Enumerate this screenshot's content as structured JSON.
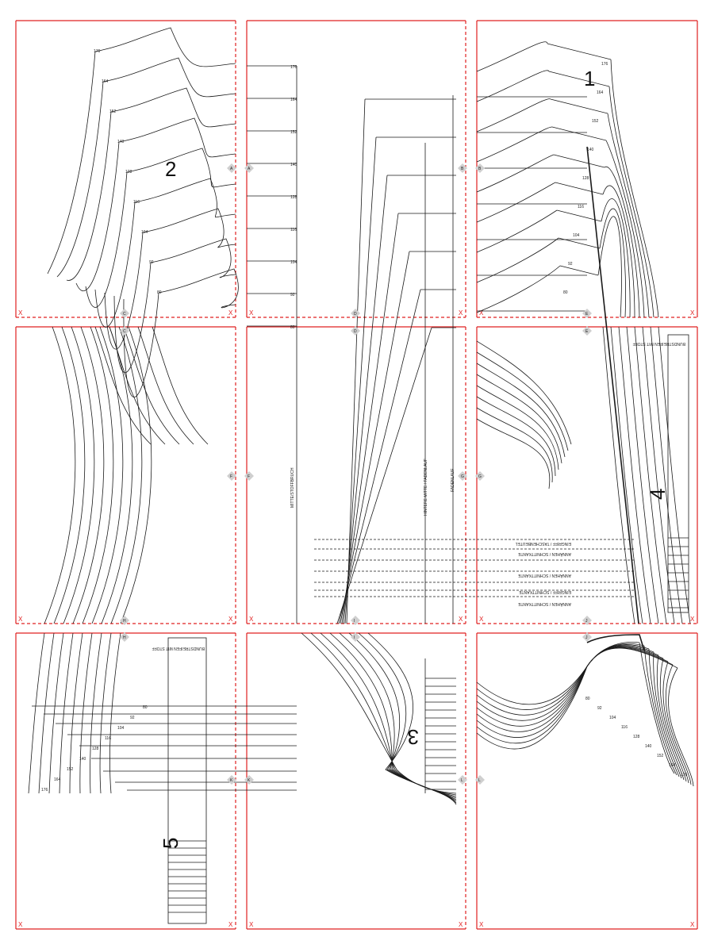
{
  "document": {
    "sheet_grid": {
      "rows": 3,
      "cols": 3
    },
    "piece_numbers": [
      "1",
      "2",
      "3",
      "4",
      "5"
    ],
    "markers": {
      "A": "A",
      "B": "B",
      "C": "C",
      "D": "D",
      "E": "E",
      "F": "F",
      "G": "G",
      "H": "H",
      "I": "I",
      "J": "J",
      "K": "K",
      "L": "L"
    },
    "cross_mark": "X",
    "colors": {
      "tile_border": "#e02020",
      "line": "#1a1a1a",
      "marker": "#cfcfcf"
    },
    "size_labels_top": [
      "176",
      "164",
      "152",
      "140",
      "128",
      "116",
      "104",
      "92",
      "80"
    ],
    "size_labels_bottom": [
      "80",
      "92",
      "104",
      "116",
      "128",
      "140",
      "152",
      "164",
      "176"
    ],
    "vertical_texts": {
      "fold_line": "MITTE/STOFFBRUCH",
      "center_front": "HINTERE MITTE / FADENLAUF",
      "straight_grain": "FADENLAUF"
    },
    "pocket_labels": [
      "EINGRIFF / TASCHENBEUTEL",
      "ANNÄHEN / SCHNITTKANTE",
      "ANNÄHEN / SCHNITTKANTE",
      "EINGRIFF / SCHNITTKANTE",
      "ANNÄHEN / SCHNITTKANTE"
    ],
    "strip_headings": {
      "piece4": "BUNDSTREIFEN MIT STOFF",
      "piece5": "BUNDSTREIFEN MIT STOFF"
    }
  }
}
